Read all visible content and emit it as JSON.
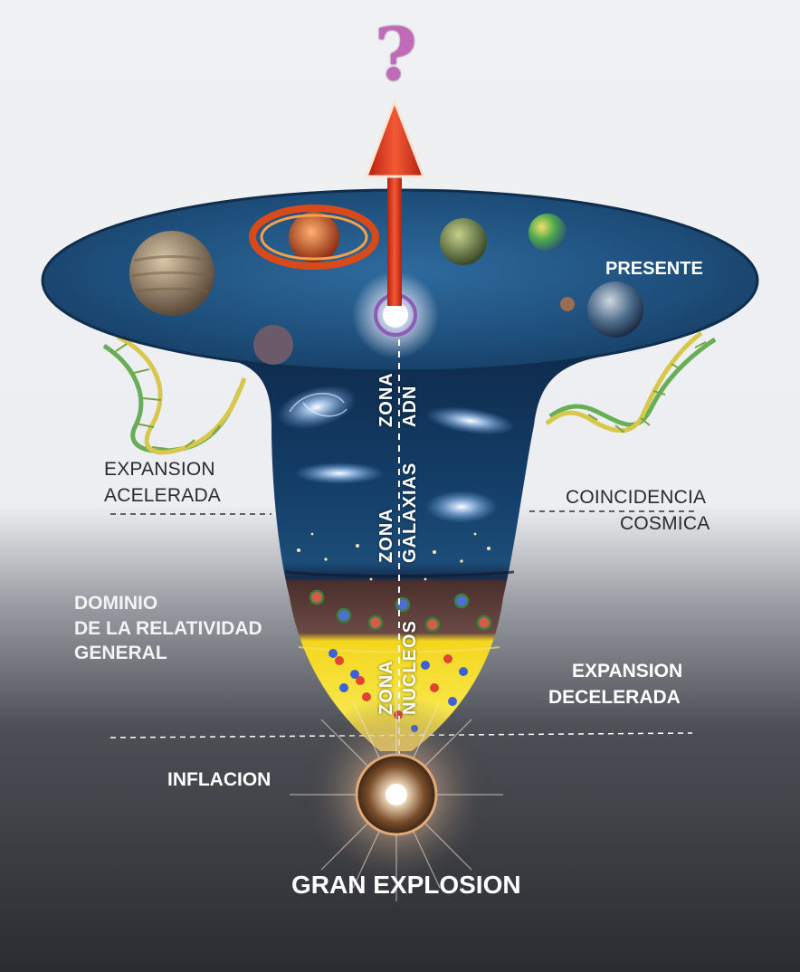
{
  "question_mark": "?",
  "labels": {
    "presente": "PRESENTE",
    "expansion_acelerada": [
      "EXPANSION",
      "ACELERADA"
    ],
    "coincidencia_cosmica": [
      "COINCIDENCIA",
      "COSMICA"
    ],
    "dominio_relatividad": [
      "DOMINIO",
      "DE LA RELATIVIDAD",
      "GENERAL"
    ],
    "expansion_decelerada": [
      "EXPANSION",
      "DECELERADA"
    ],
    "inflacion": "INFLACION",
    "gran_explosion": "GRAN EXPLOSION"
  },
  "zones": {
    "adn": [
      "ZONA",
      "ADN"
    ],
    "galaxias": [
      "ZONA",
      "GALAXIAS"
    ],
    "nucleos": [
      "ZONA",
      "NUCLEOS"
    ]
  },
  "colors": {
    "arrow": "#e8391c",
    "question": "#c06ab8",
    "disk": "#1f4f7c",
    "nucleos_band": "#f2da18",
    "relatividad_band": "#5e3d36",
    "background_dark": "#2c2e33"
  }
}
